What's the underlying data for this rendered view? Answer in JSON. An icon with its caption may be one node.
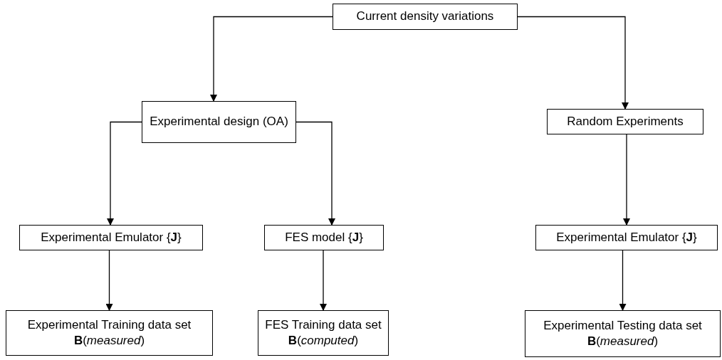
{
  "diagram": {
    "nodes": [
      {
        "text": [
          "Current density variations"
        ]
      },
      {
        "text": [
          "Experimental design (OA)"
        ]
      },
      {
        "text": [
          "Random Experiments"
        ]
      },
      {
        "text": [
          "Experimental Emulator {**J**}"
        ]
      },
      {
        "text": [
          "FES model {**J**}"
        ]
      },
      {
        "text": [
          "Experimental Emulator {**J**}"
        ]
      },
      {
        "text": [
          "Experimental Training data set",
          "**B**(*measured*)"
        ]
      },
      {
        "text": [
          "FES Training data set",
          "**B**(*computed*)"
        ]
      },
      {
        "text": [
          "Experimental Testing data set",
          "**B**(*measured*)"
        ]
      }
    ],
    "edges": [
      {
        "from": 0,
        "to": 1,
        "arrow": "to"
      },
      {
        "from": 0,
        "to": 2,
        "arrow": "to"
      },
      {
        "from": 1,
        "to": 3,
        "arrow": "to"
      },
      {
        "from": 1,
        "to": 4,
        "arrow": "to"
      },
      {
        "from": 2,
        "to": 5,
        "arrow": "to"
      },
      {
        "from": 3,
        "to": 6,
        "arrow": "to"
      },
      {
        "from": 4,
        "to": 7,
        "arrow": "to"
      },
      {
        "from": 5,
        "to": 8,
        "arrow": "to"
      }
    ]
  }
}
